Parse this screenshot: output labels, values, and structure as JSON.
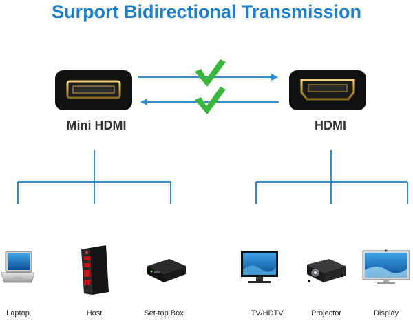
{
  "title": "Surport Bidirectional Transmission",
  "ports": {
    "left": "Mini HDMI",
    "right": "HDMI"
  },
  "devices": {
    "left": [
      "Laptop",
      "Host",
      "Set-top Box"
    ],
    "right": [
      "TV/HDTV",
      "Projector",
      "Display"
    ]
  },
  "colors": {
    "title": "#1a7fd1",
    "line": "#2a8fd4",
    "check": "#38b83a",
    "connector": "#111111",
    "gold": "#c9a03a"
  }
}
